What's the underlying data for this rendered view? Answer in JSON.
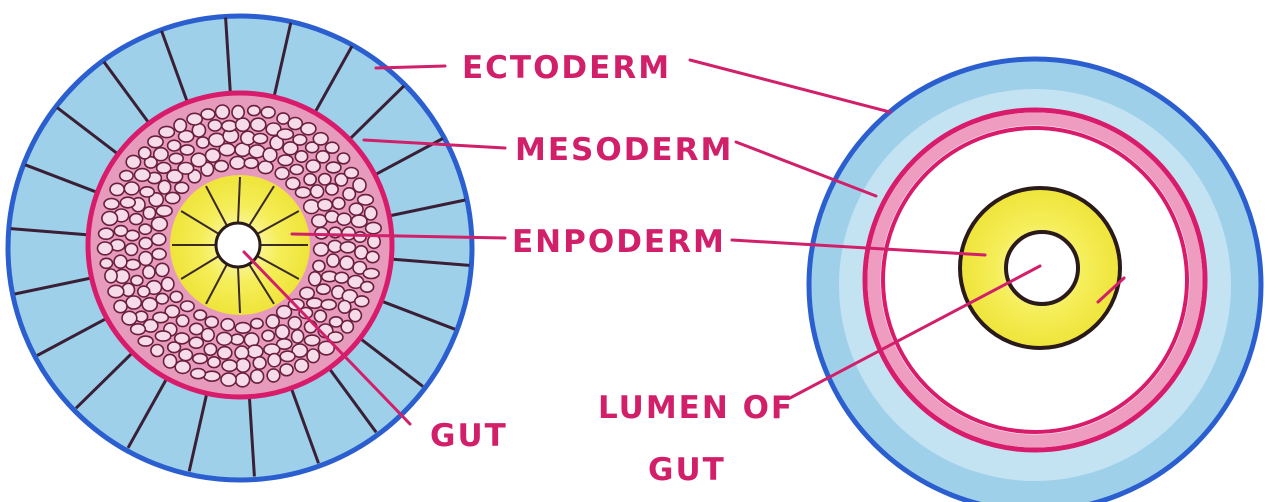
{
  "colors": {
    "ectoderm": "#9fd0ea",
    "ectoderm_outline": "#2b5fd0",
    "mesoderm": "#e07aa6",
    "mesoderm_outline": "#d81b6a",
    "endoderm": "#f2ea3c",
    "cell_outline": "#6b1f3d",
    "label": "#d21f6a",
    "divider": "#3a2036"
  },
  "labels": {
    "ectoderm": "ECTODERM",
    "mesoderm": "MESODERM",
    "endoderm": "ENPODERM",
    "gut": "GUT",
    "lumen_line1": "LUMEN OF",
    "lumen_line2": "GUT"
  }
}
